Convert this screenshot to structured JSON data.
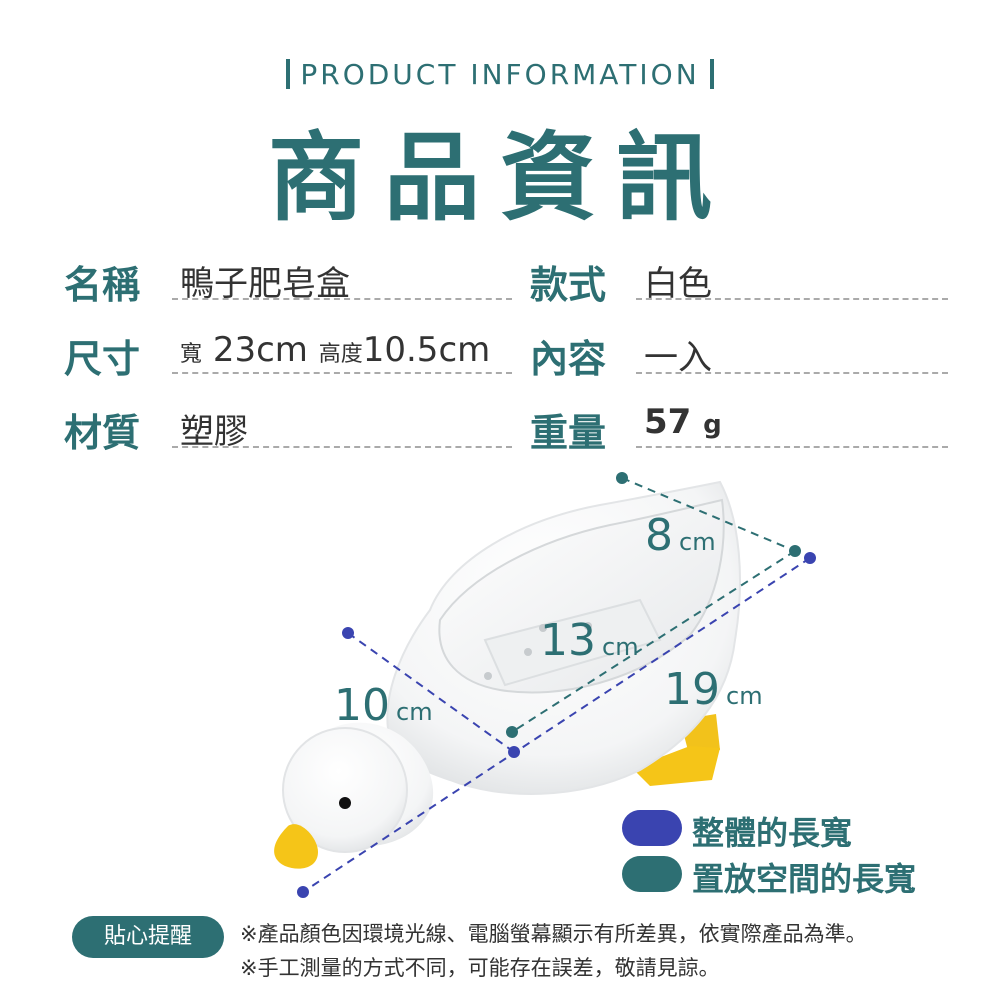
{
  "header": {
    "eyebrow": "PRODUCT INFORMATION",
    "title": "商品資訊"
  },
  "info": {
    "name_label": "名稱",
    "name_value": "鴨子肥皂盒",
    "style_label": "款式",
    "style_value": "白色",
    "size_label": "尺寸",
    "size_w_label": "寬",
    "size_w_value": "23cm",
    "size_h_label": "高度",
    "size_h_value": "10.5cm",
    "content_label": "內容",
    "content_value": "一入",
    "material_label": "材質",
    "material_value": "塑膠",
    "weight_label": "重量",
    "weight_value": "57",
    "weight_unit": "g"
  },
  "dimensions": {
    "d8": {
      "num": "8",
      "unit": "cm"
    },
    "d13": {
      "num": "13",
      "unit": "cm"
    },
    "d10": {
      "num": "10",
      "unit": "cm"
    },
    "d19": {
      "num": "19",
      "unit": "cm"
    }
  },
  "legend": {
    "overall": "整體的長寬",
    "placement": "置放空間的長寬",
    "overall_color": "#3a44b0",
    "placement_color": "#2d6f73"
  },
  "footer": {
    "badge": "貼心提醒",
    "note1": "※產品顏色因環境光線、電腦螢幕顯示有所差異，依實際產品為準。",
    "note2": "※手工測量的方式不同，可能存在誤差，敬請見諒。"
  }
}
